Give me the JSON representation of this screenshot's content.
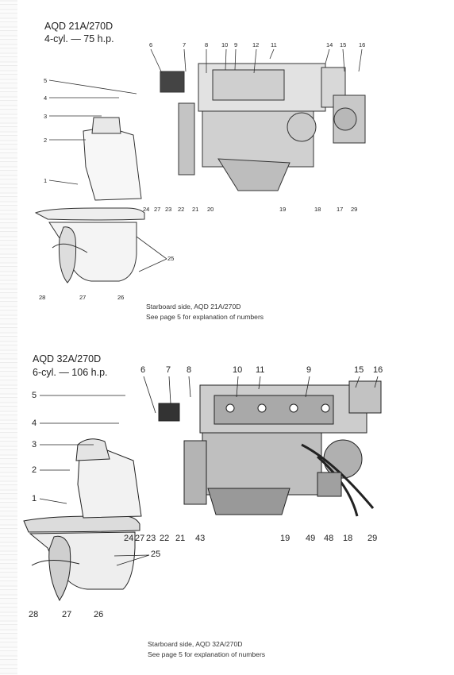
{
  "section1": {
    "model": "AQD 21A/270D",
    "spec": "4-cyl. — 75 h.p.",
    "caption_line1": "Starboard side, AQD 21A/270D",
    "caption_line2": "See page 5 for explanation of numbers",
    "callouts": [
      "1",
      "2",
      "3",
      "4",
      "5",
      "6",
      "7",
      "8",
      "10",
      "9",
      "12",
      "11",
      "14",
      "15",
      "16",
      "24",
      "27",
      "23",
      "22",
      "21",
      "20",
      "19",
      "18",
      "17",
      "29",
      "25",
      "28",
      "27",
      "26"
    ]
  },
  "section2": {
    "model": "AQD 32A/270D",
    "spec": "6-cyl. — 106 h.p.",
    "caption_line1": "Starboard side, AQD 32A/270D",
    "caption_line2": "See page 5 for explanation of numbers",
    "callouts": [
      "5",
      "4",
      "3",
      "2",
      "1",
      "6",
      "7",
      "8",
      "10",
      "11",
      "9",
      "15",
      "16",
      "24",
      "27",
      "23",
      "22",
      "21",
      "43",
      "19",
      "49",
      "48",
      "18",
      "29",
      "25",
      "28",
      "27",
      "26"
    ]
  }
}
